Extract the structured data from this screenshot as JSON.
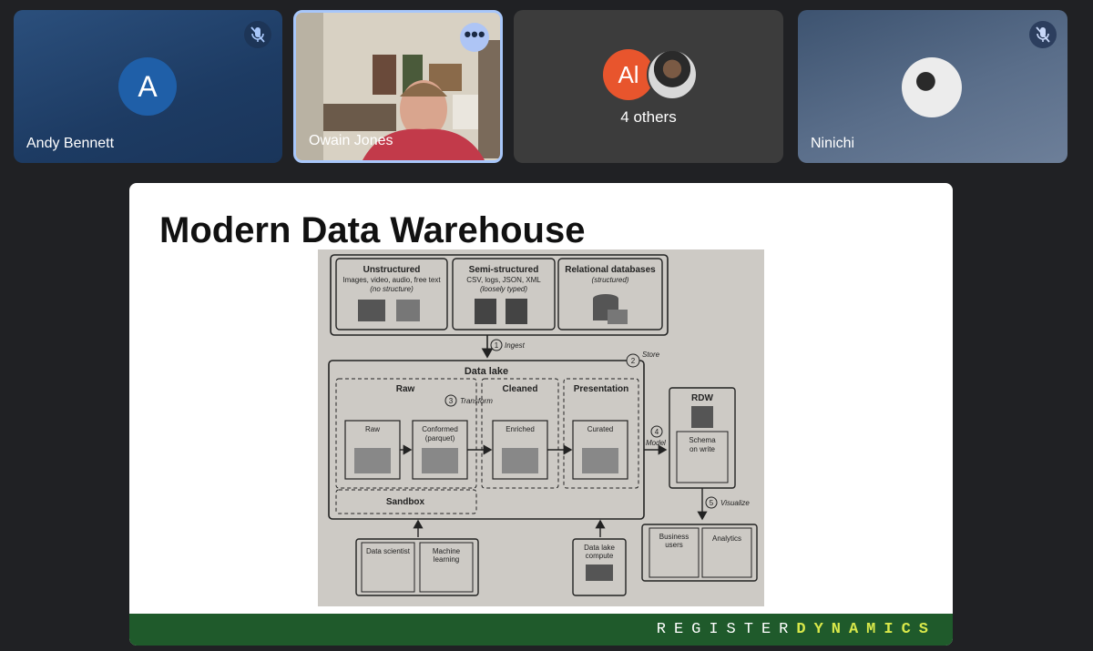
{
  "participants": [
    {
      "name": "Andy Bennett",
      "initial": "A",
      "muted": true
    },
    {
      "name": "Owain Jones",
      "muted": false
    },
    {
      "initials": "Al",
      "others_label": "4 others"
    },
    {
      "name": "Ninichi",
      "muted": true
    }
  ],
  "slide": {
    "title": "Modern Data Warehouse",
    "diagram": {
      "unstructured": {
        "title": "Unstructured",
        "line1": "Images, video, audio, free text",
        "line2": "(no structure)"
      },
      "semi": {
        "title": "Semi-structured",
        "line1": "CSV, logs, JSON, XML",
        "line2": "(loosely typed)"
      },
      "relational": {
        "title": "Relational databases",
        "line2": "(structured)"
      },
      "step1": "Ingest",
      "step2": "Store",
      "step3": "Transform",
      "step4": "Model",
      "step5": "Visualize",
      "data_lake": "Data lake",
      "raw_zone": "Raw",
      "cleaned_zone": "Cleaned",
      "presentation_zone": "Presentation",
      "raw_folder": "Raw",
      "conformed_folder": "Conformed",
      "conformed_sub": "(parquet)",
      "enriched_folder": "Enriched",
      "curated_folder": "Curated",
      "sandbox": "Sandbox",
      "rdw": "RDW",
      "schema": "Schema",
      "on_write": "on write",
      "business_users": "Business",
      "business_users2": "users",
      "analytics": "Analytics",
      "data_scientist": "Data scientist",
      "machine_learning": "Machine",
      "machine_learning2": "learning",
      "data_lake_compute": "Data lake",
      "data_lake_compute2": "compute",
      "num1": "1",
      "num2": "2",
      "num3": "3",
      "num4": "4",
      "num5": "5"
    },
    "footer": {
      "brand_register": "REGISTER",
      "brand_dynamics": "DYNAMICS"
    }
  },
  "colors": {
    "accent": "#a8c7fa",
    "footer": "#1f5a2b",
    "brand_highlight": "#d8e84a"
  }
}
